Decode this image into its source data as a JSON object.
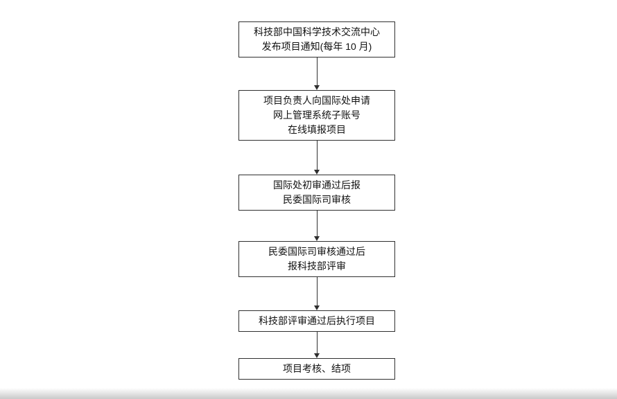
{
  "flowchart": {
    "nodes": [
      {
        "id": "notice",
        "text": "科技部中国科学技术交流中心\n发布项目通知(每年 10 月)"
      },
      {
        "id": "application",
        "text": "项目负责人向国际处申请\n网上管理系统子账号\n在线填报项目"
      },
      {
        "id": "initial-review",
        "text": "国际处初审通过后报\n民委国际司审核"
      },
      {
        "id": "commission-review",
        "text": "民委国际司审核通过后\n报科技部评审"
      },
      {
        "id": "execution",
        "text": "科技部评审通过后执行项目"
      },
      {
        "id": "conclusion",
        "text": "项目考核、结项"
      }
    ],
    "colors": {
      "ink": "#2f2f2f",
      "background": "#ffffff"
    }
  }
}
